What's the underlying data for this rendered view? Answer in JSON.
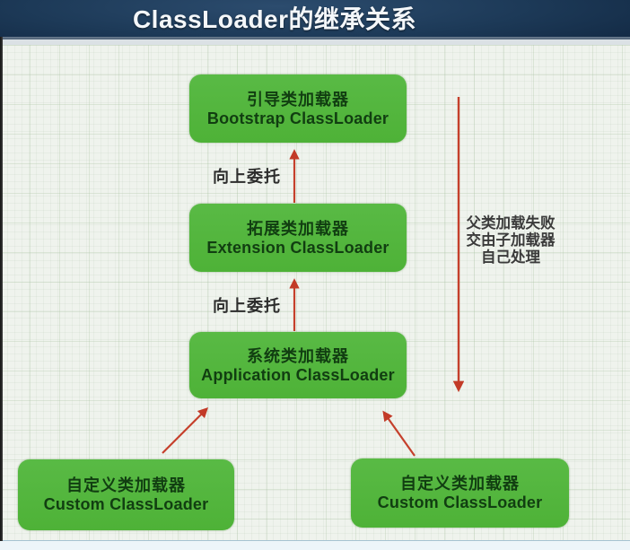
{
  "header": {
    "title": "ClassLoader的继承关系"
  },
  "diagram": {
    "nodes": [
      {
        "id": "bootstrap",
        "zh": "引导类加载器",
        "en": "Bootstrap ClassLoader"
      },
      {
        "id": "extension",
        "zh": "拓展类加载器",
        "en": "Extension ClassLoader"
      },
      {
        "id": "application",
        "zh": "系统类加载器",
        "en": "Application ClassLoader"
      },
      {
        "id": "custom-left",
        "zh": "自定义类加载器",
        "en": "Custom ClassLoader"
      },
      {
        "id": "custom-right",
        "zh": "自定义类加载器",
        "en": "Custom ClassLoader"
      }
    ],
    "labels": {
      "delegate_up_1": "向上委托",
      "delegate_up_2": "向上委托"
    },
    "side_note": {
      "line1": "父类加载失败",
      "line2": "交由子加载器",
      "line3": "自己处理"
    },
    "colors": {
      "node_fill": "#52b53d",
      "node_text": "#113e11",
      "arrow_red": "#c23a27",
      "titlebar_bg": "#1d3a58",
      "titlebar_text": "#f4f7fa",
      "paper_bg": "#eff3ed"
    }
  }
}
